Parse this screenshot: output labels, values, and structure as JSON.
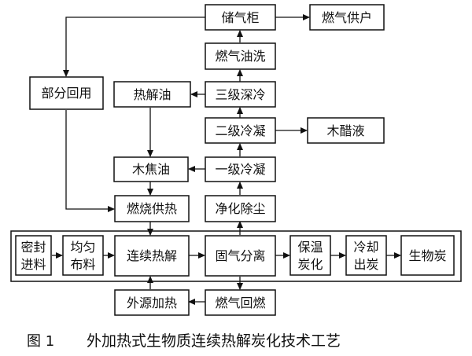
{
  "nodes": {
    "storage": "储气柜",
    "user": "燃气供户",
    "wash": "燃气油洗",
    "tri": "三级深冷",
    "pyoil": "热解油",
    "recycle": "部分回用",
    "bi": "二级冷凝",
    "vinegar": "木醋液",
    "tar": "木焦油",
    "uni": "一级冷凝",
    "burn": "燃烧供热",
    "purify": "净化除尘",
    "seal": [
      "密封",
      "进料"
    ],
    "even": [
      "均匀",
      "布料"
    ],
    "pyro": "连续热解",
    "sep": "固气分离",
    "keep": [
      "保温",
      "炭化"
    ],
    "cool": [
      "冷却",
      "出炭"
    ],
    "biochar": "生物炭",
    "extheat": "外源加热",
    "reburn": "燃气回燃"
  },
  "caption": {
    "number": "图 1",
    "text": "外加热式生物质连续热解炭化技术工艺"
  }
}
